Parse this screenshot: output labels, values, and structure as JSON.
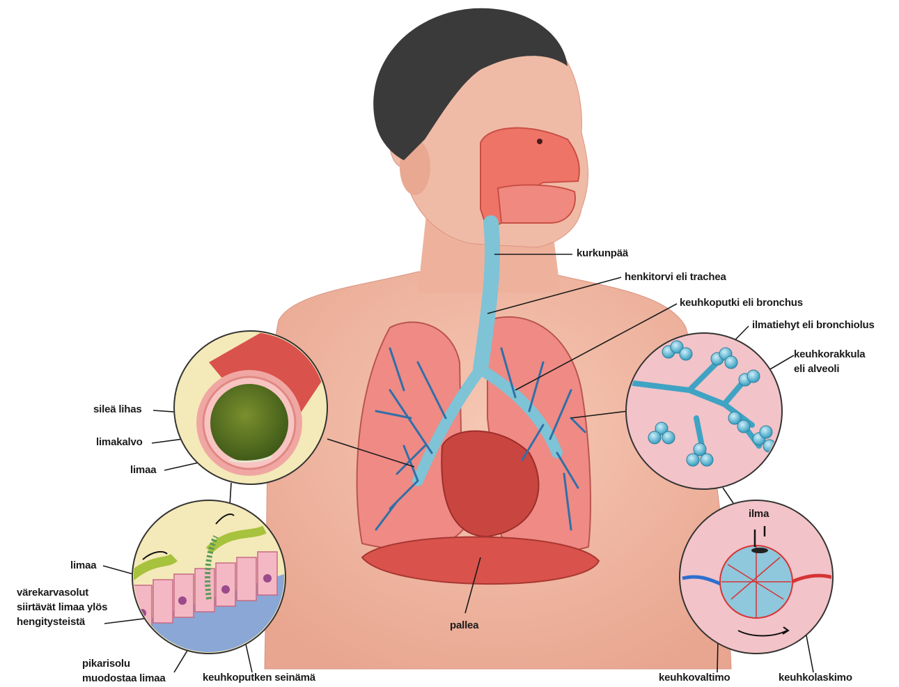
{
  "labels": {
    "kurkunpaa": "kurkunpää",
    "trachea": "henkitorvi eli trachea",
    "bronchus": "keuhkoputki eli bronchus",
    "bronchiolus": "ilmatiehyt eli bronchiolus",
    "alveoli": "keuhkorakkula\neli alveoli",
    "sileä_lihas": "sileä lihas",
    "limakalvo": "limakalvo",
    "limaa_top": "limaa",
    "limaa_bottom": "limaa",
    "varekarvasolut": "värekarvasolut\nsiirtävät limaa ylös\nhengitysteistä",
    "pikarisolu": "pikarisolu\nmuodostaa limaa",
    "seinama": "keuhkoputken seinämä",
    "pallea": "pallea",
    "ilma": "ilma",
    "keuhkovaltimo": "keuhkovaltimo",
    "keuhkolaskimo": "keuhkolaskimo"
  },
  "colors": {
    "skin": "#f2b9a4",
    "lung": "#ef8a85",
    "airway": "#7fc3d6",
    "bronchi": "#2f6fa8",
    "hair": "#3a3a3a",
    "inset_bg": "#f4e9b8",
    "alveoli_bg": "#f2c3c8"
  }
}
